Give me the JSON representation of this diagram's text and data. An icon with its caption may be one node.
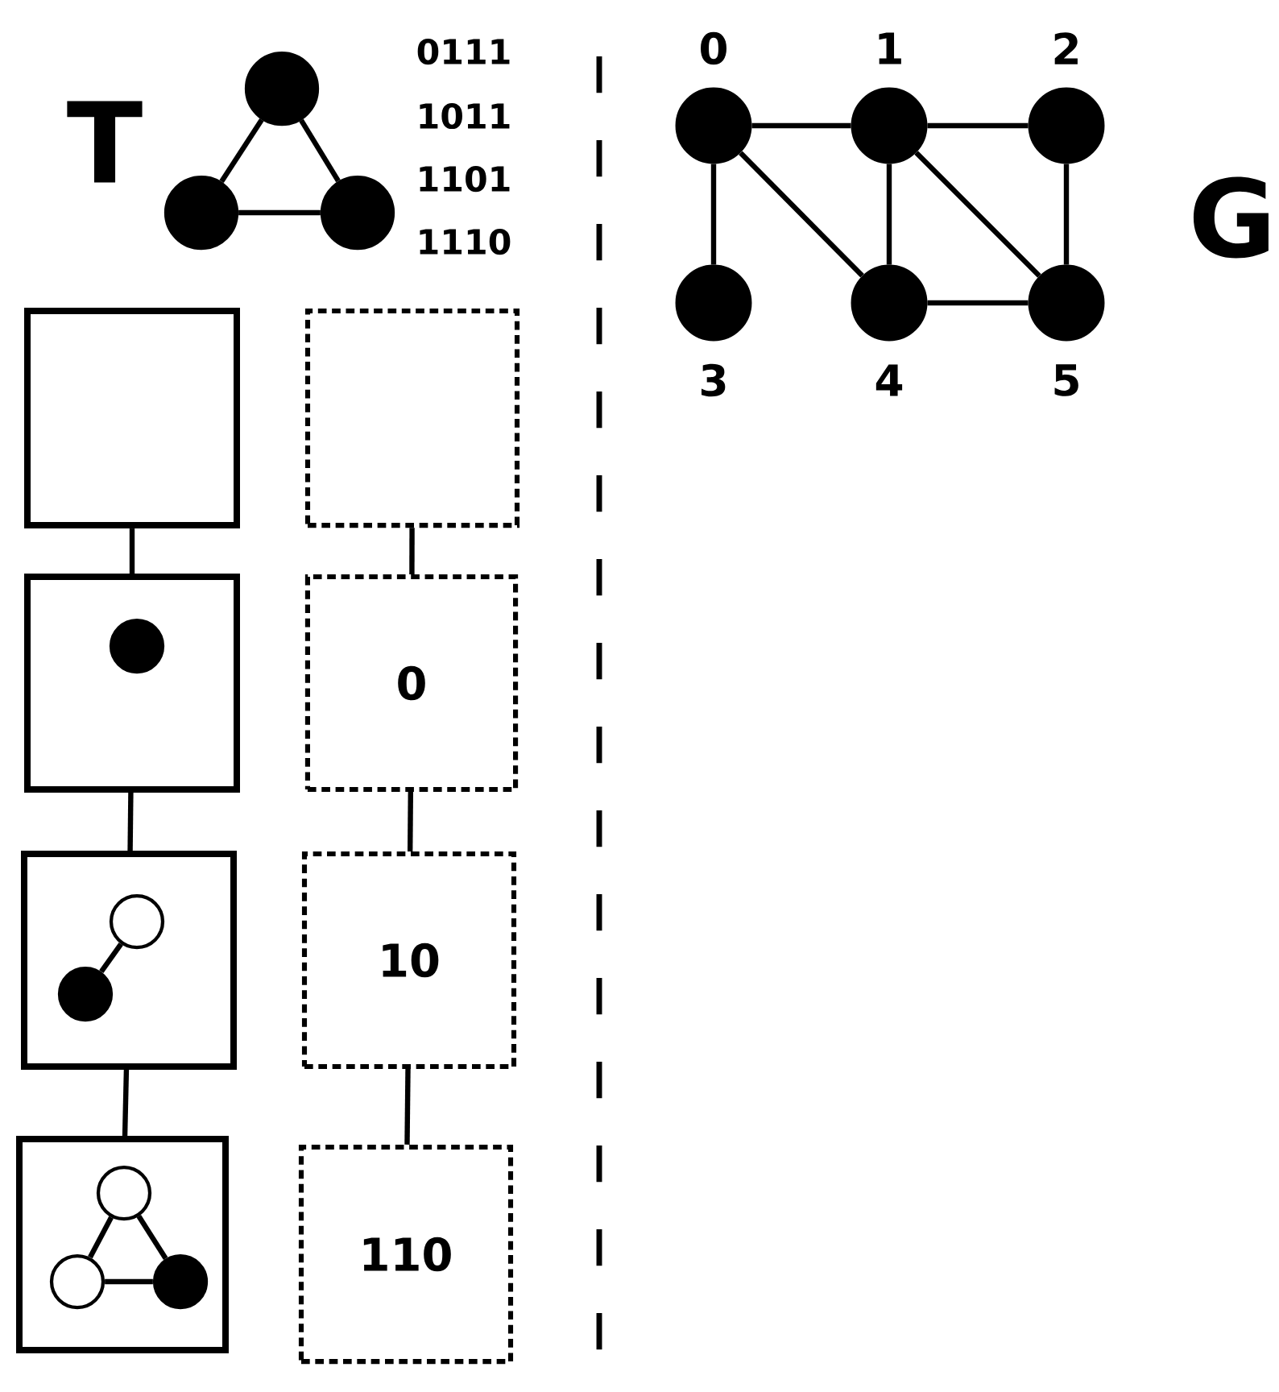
{
  "diagram": {
    "nodes": [
      {
        "text": [],
        "shape": "circle"
      },
      {
        "text": [],
        "shape": "circle"
      },
      {
        "text": [],
        "shape": "circle"
      },
      {
        "text": [],
        "shape": "circle",
        "beside": [
          "0"
        ]
      },
      {
        "text": [],
        "shape": "circle",
        "beside": [
          "1"
        ]
      },
      {
        "text": [],
        "shape": "circle",
        "beside": [
          "2"
        ]
      },
      {
        "text": [],
        "shape": "circle",
        "beside": [
          "3"
        ]
      },
      {
        "text": [],
        "shape": "circle",
        "beside": [
          "4"
        ]
      },
      {
        "text": [],
        "shape": "circle",
        "beside": [
          "5"
        ]
      },
      {
        "text": [],
        "shape": "box"
      },
      {
        "text": [],
        "shape": "box"
      },
      {
        "text": [],
        "shape": "circle",
        "in": 10
      },
      {
        "text": [],
        "shape": "box"
      },
      {
        "text": [],
        "shape": "circle",
        "in": 12
      },
      {
        "text": [],
        "shape": "circle",
        "in": 12
      },
      {
        "text": [],
        "shape": "box"
      },
      {
        "text": [],
        "shape": "circle",
        "in": 15
      },
      {
        "text": [],
        "shape": "circle",
        "in": 15
      },
      {
        "text": [],
        "shape": "circle",
        "in": 15
      },
      {
        "text": [],
        "shape": "box"
      },
      {
        "text": [
          "0"
        ]
      },
      {
        "text": [
          "10"
        ]
      },
      {
        "text": [
          "110"
        ]
      }
    ],
    "edges": [
      {
        "from": 0,
        "to": 1,
        "arrow": "none"
      },
      {
        "from": 0,
        "to": 2,
        "arrow": "none"
      },
      {
        "from": 1,
        "to": 2,
        "arrow": "none"
      },
      {
        "from": 3,
        "to": 4,
        "arrow": "none"
      },
      {
        "from": 4,
        "to": 5,
        "arrow": "none"
      },
      {
        "from": 3,
        "to": 6,
        "arrow": "none"
      },
      {
        "from": 3,
        "to": 7,
        "arrow": "none"
      },
      {
        "from": 4,
        "to": 7,
        "arrow": "none"
      },
      {
        "from": 4,
        "to": 8,
        "arrow": "none"
      },
      {
        "from": 5,
        "to": 8,
        "arrow": "none"
      },
      {
        "from": 7,
        "to": 8,
        "arrow": "none"
      },
      {
        "from": 9,
        "to": 10,
        "arrow": "none"
      },
      {
        "from": 10,
        "to": 12,
        "arrow": "none"
      },
      {
        "from": 12,
        "to": 15,
        "arrow": "none"
      },
      {
        "from": 13,
        "to": 14,
        "arrow": "none"
      },
      {
        "from": 16,
        "to": 17,
        "arrow": "none"
      },
      {
        "from": 16,
        "to": 18,
        "arrow": "none"
      },
      {
        "from": 17,
        "to": 18,
        "arrow": "none"
      },
      {
        "from": 19,
        "to": 20,
        "arrow": "none"
      },
      {
        "from": 20,
        "to": 21,
        "arrow": "none"
      },
      {
        "from": 21,
        "to": 22,
        "arrow": "none"
      }
    ],
    "labels": [
      "T",
      "0111",
      "1011",
      "1101",
      "1110",
      "G"
    ]
  }
}
